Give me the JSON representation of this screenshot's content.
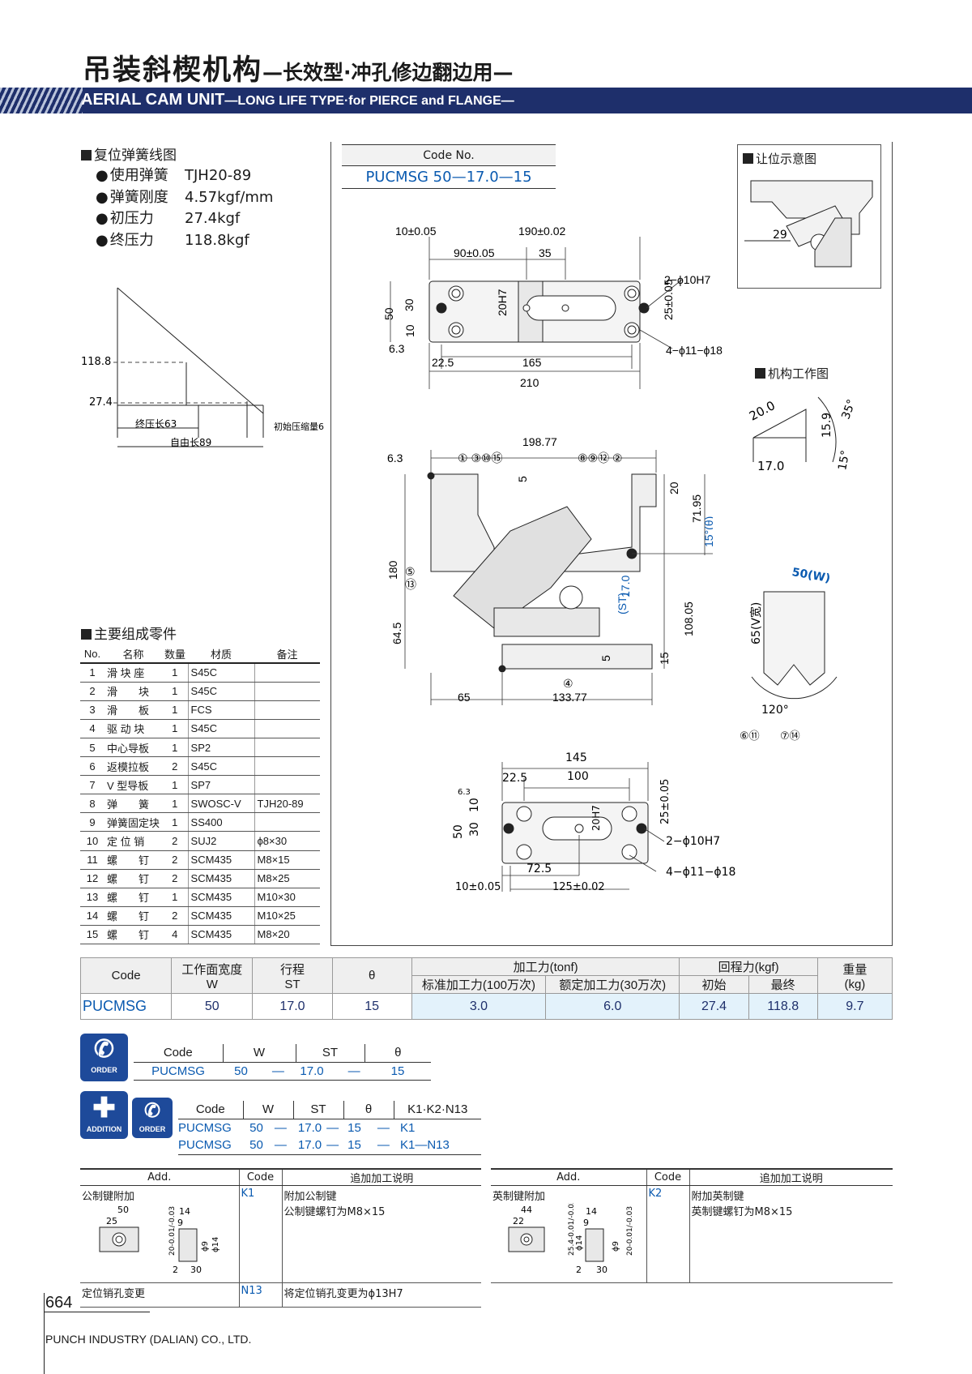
{
  "title": {
    "cn_main": "吊装斜楔机构",
    "cn_sub": "—长效型·冲孔修边翻边用—",
    "en_main": "AERIAL CAM UNIT",
    "en_sub": "—LONG LIFE TYPE·for PIERCE and FLANGE—"
  },
  "spring": {
    "heading": "复位弹簧线图",
    "items": [
      {
        "k": "使用弹簧",
        "v": "TJH20-89"
      },
      {
        "k": "弹簧刚度",
        "v": "4.57kgf/mm"
      },
      {
        "k": "初压力",
        "v": "27.4kgf"
      },
      {
        "k": "终压力",
        "v": "118.8kgf"
      }
    ],
    "graph": {
      "y_hi": "118.8",
      "y_lo": "27.4",
      "final_len": "终压长63",
      "free_len": "自由长89",
      "init_comp": "初始压缩量6"
    }
  },
  "code_no": {
    "label": "Code No.",
    "value": "PUCMSG 50—17.0—15"
  },
  "clearance": {
    "heading": "让位示意图",
    "dim": "29"
  },
  "mechanism": {
    "heading": "机构工作图",
    "d1": "20.0",
    "d2": "17.0",
    "d3": "15.9",
    "a1": "35°",
    "a2": "15°"
  },
  "top_view": {
    "d10": "10±0.05",
    "d190": "190±0.02",
    "d90": "90±0.05",
    "d35": "35",
    "d50": "50",
    "d30": "30",
    "d10b": "10",
    "d20h7": "20H7",
    "pin": "2−ϕ10H7",
    "d25": "25±0.05",
    "bolt": "4−ϕ11−ϕ18",
    "d225": "22.5",
    "d165": "165",
    "d210": "210",
    "r63": "6.3"
  },
  "front_view": {
    "d19877": "198.77",
    "balloons_top_left": "① ③⑩⑮",
    "balloons_top_right": "⑧⑨⑫ ②",
    "d5": "5",
    "d20": "20",
    "d7195": "71.95",
    "theta": "15°(θ)",
    "d180": "180",
    "b5": "⑤",
    "b13": "⑬",
    "st": "17.0",
    "st_label": "(ST)",
    "d645": "64.5",
    "d10805": "108.05",
    "d15": "15",
    "d5b": "5",
    "b4": "④",
    "d65": "65",
    "d13377": "133.77",
    "r63": "6.3"
  },
  "v_guide": {
    "w": "50(W)",
    "h": "65(V宽)",
    "ang": "120°",
    "b1": "⑥⑪",
    "b2": "⑦⑭"
  },
  "bottom_view": {
    "d145": "145",
    "d225": "22.5",
    "d100": "100",
    "d50": "50",
    "d30": "30",
    "d10": "10",
    "d25": "25±0.05",
    "d20h7": "20H7",
    "pin": "2−ϕ10H7",
    "d725": "72.5",
    "bolt": "4−ϕ11−ϕ18",
    "d10b": "10±0.05",
    "d125": "125±0.02",
    "r63": "6.3"
  },
  "parts": {
    "heading": "主要组成零件",
    "headers": [
      "No.",
      "名称",
      "数量",
      "材质",
      "备注"
    ],
    "rows": [
      [
        "1",
        "滑 块 座",
        "1",
        "S45C",
        ""
      ],
      [
        "2",
        "滑　　块",
        "1",
        "S45C",
        ""
      ],
      [
        "3",
        "滑　　板",
        "1",
        "FCS",
        ""
      ],
      [
        "4",
        "驱 动 块",
        "1",
        "S45C",
        ""
      ],
      [
        "5",
        "中心导板",
        "1",
        "SP2",
        ""
      ],
      [
        "6",
        "返模拉板",
        "2",
        "S45C",
        ""
      ],
      [
        "7",
        "V 型导板",
        "1",
        "SP7",
        ""
      ],
      [
        "8",
        "弹　　簧",
        "1",
        "SWOSC-V",
        "TJH20-89"
      ],
      [
        "9",
        "弹簧固定块",
        "1",
        "SS400",
        ""
      ],
      [
        "10",
        "定 位 销",
        "2",
        "SUJ2",
        "ϕ8×30"
      ],
      [
        "11",
        "螺　　钉",
        "2",
        "SCM435",
        "M8×15"
      ],
      [
        "12",
        "螺　　钉",
        "2",
        "SCM435",
        "M8×25"
      ],
      [
        "13",
        "螺　　钉",
        "1",
        "SCM435",
        "M10×30"
      ],
      [
        "14",
        "螺　　钉",
        "2",
        "SCM435",
        "M10×25"
      ],
      [
        "15",
        "螺　　钉",
        "4",
        "SCM435",
        "M8×20"
      ]
    ]
  },
  "spec": {
    "h_code": "Code",
    "h_w": "工作面宽度",
    "h_w2": "W",
    "h_st": "行程",
    "h_st2": "ST",
    "h_theta": "θ",
    "h_force": "加工力(tonf)",
    "h_f1": "标准加工力(100万次)",
    "h_f2": "额定加工力(30万次)",
    "h_ret": "回程力(kgf)",
    "h_r1": "初始",
    "h_r2": "最终",
    "h_wt": "重量",
    "h_wt2": "(kg)",
    "row": [
      "PUCMSG",
      "50",
      "17.0",
      "15",
      "3.0",
      "6.0",
      "27.4",
      "118.8",
      "9.7"
    ]
  },
  "order": {
    "badge": "ORDER",
    "headers": [
      "Code",
      "W",
      "ST",
      "θ"
    ],
    "row": [
      "PUCMSG",
      "50",
      "—",
      "17.0",
      "—",
      "15"
    ]
  },
  "addition": {
    "badge1": "ADDITION",
    "badge2": "ORDER",
    "headers": [
      "Code",
      "W",
      "ST",
      "θ",
      "K1·K2·N13"
    ],
    "rows": [
      [
        "PUCMSG",
        "50",
        "—",
        "17.0",
        "—",
        "15",
        "—",
        "K1"
      ],
      [
        "PUCMSG",
        "50",
        "—",
        "17.0",
        "—",
        "15",
        "—",
        "K1—N13"
      ]
    ]
  },
  "add_left": {
    "headers": [
      "Add.",
      "Code",
      "追加加工说明"
    ],
    "r1": {
      "name": "公制键附加",
      "code": "K1",
      "desc1": "附加公制键",
      "desc2": "公制键螺钉为M8×15",
      "dims": [
        "50",
        "25",
        "14",
        "9",
        "20-0.01/-0.03",
        "ϕ9",
        "ϕ14",
        "2",
        "30"
      ]
    },
    "r2": {
      "name": "定位销孔变更",
      "code": "N13",
      "desc": "将定位销孔变更为ϕ13H7"
    }
  },
  "add_right": {
    "headers": [
      "Add.",
      "Code",
      "追加加工说明"
    ],
    "r1": {
      "name": "英制键附加",
      "code": "K2",
      "desc1": "附加英制键",
      "desc2": "英制键螺钉为M8×15",
      "dims": [
        "44",
        "22",
        "14",
        "9",
        "25.4-0.01/-0.03",
        "ϕ14",
        "ϕ9",
        "2",
        "30",
        "20-0.01/-0.03"
      ]
    }
  },
  "footer": {
    "page": "664",
    "company": "PUNCH INDUSTRY (DALIAN) CO., LTD."
  }
}
